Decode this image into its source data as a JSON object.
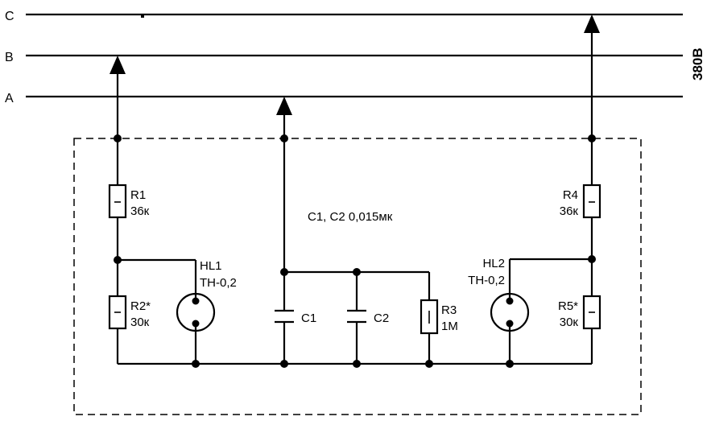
{
  "buses": {
    "c": "C",
    "b": "B",
    "a": "A",
    "voltage": "380В"
  },
  "components": {
    "r1": {
      "name": "R1",
      "value": "36к"
    },
    "r2": {
      "name": "R2*",
      "value": "30к"
    },
    "r3": {
      "name": "R3",
      "value": "1М"
    },
    "r4": {
      "name": "R4",
      "value": "36к"
    },
    "r5": {
      "name": "R5*",
      "value": "30к"
    },
    "c1": {
      "name": "C1"
    },
    "c2": {
      "name": "C2"
    },
    "hl1": {
      "name": "HL1",
      "type": "ТН-0,2"
    },
    "hl2": {
      "name": "HL2",
      "type": "ТН-0,2"
    }
  },
  "note": "C1, C2 0,015мк"
}
